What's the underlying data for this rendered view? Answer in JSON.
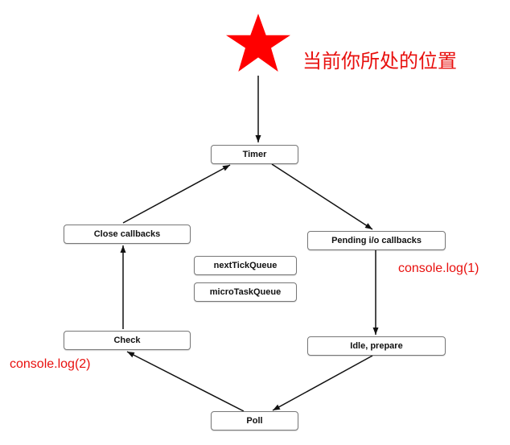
{
  "marker": {
    "label": "当前你所处的位置",
    "color": "#ff0000",
    "icon": "star-icon"
  },
  "nodes": {
    "timer": "Timer",
    "pending": "Pending i/o callbacks",
    "idle": "Idle, prepare",
    "poll": "Poll",
    "check": "Check",
    "close": "Close callbacks",
    "next_tick_queue": "nextTickQueue",
    "micro_task_queue": "microTaskQueue"
  },
  "annotations": {
    "pending_log": "console.log(1)",
    "check_log": "console.log(2)"
  },
  "colors": {
    "annotation": "#e8100e",
    "arrow": "#111111",
    "node_border": "#777777"
  }
}
